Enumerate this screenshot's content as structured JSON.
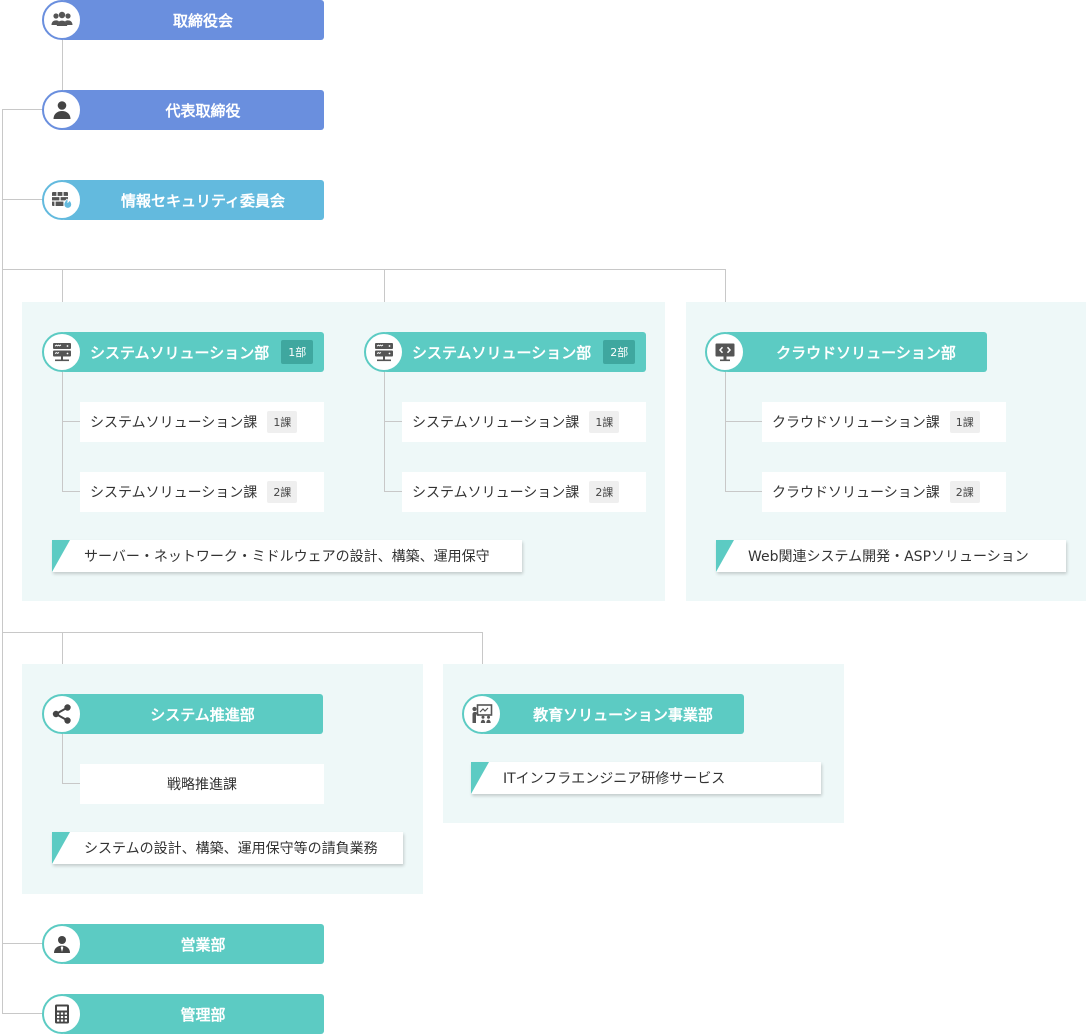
{
  "colors": {
    "blue": "#6a8fde",
    "sky": "#63bade",
    "teal": "#5ccbc3",
    "panel": "#eef8f8",
    "line": "#c8c8c8"
  },
  "top": {
    "board": {
      "label": "取締役会",
      "icon": "group-icon"
    },
    "ceo": {
      "label": "代表取締役",
      "icon": "person-icon"
    },
    "security": {
      "label": "情報セキュリティ委員会",
      "icon": "firewall-icon"
    }
  },
  "sysdept1": {
    "label": "システムソリューション部",
    "tag": "1部",
    "icon": "server-icon",
    "sections": [
      {
        "label": "システムソリューション課",
        "tag": "1課"
      },
      {
        "label": "システムソリューション課",
        "tag": "2課"
      }
    ]
  },
  "sysdept2": {
    "label": "システムソリューション部",
    "tag": "2部",
    "icon": "server-icon",
    "sections": [
      {
        "label": "システムソリューション課",
        "tag": "1課"
      },
      {
        "label": "システムソリューション課",
        "tag": "2課"
      }
    ]
  },
  "sysdesc": "サーバー・ネットワーク・ミドルウェアの設計、構築、運用保守",
  "cloud": {
    "label": "クラウドソリューション部",
    "icon": "monitor-code-icon",
    "sections": [
      {
        "label": "クラウドソリューション課",
        "tag": "1課"
      },
      {
        "label": "クラウドソリューション課",
        "tag": "2課"
      }
    ],
    "desc": "Web関連システム開発・ASPソリューション"
  },
  "promo": {
    "label": "システム推進部",
    "icon": "share-icon",
    "section": "戦略推進課",
    "desc": "システムの設計、構築、運用保守等の請負業務"
  },
  "edu": {
    "label": "教育ソリューション事業部",
    "icon": "presentation-icon",
    "desc": "ITインフラエンジニア研修サービス"
  },
  "sales": {
    "label": "営業部",
    "icon": "businessperson-icon"
  },
  "admin": {
    "label": "管理部",
    "icon": "calculator-icon"
  }
}
